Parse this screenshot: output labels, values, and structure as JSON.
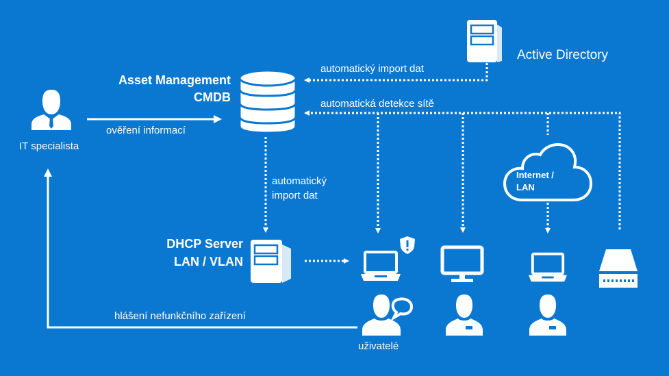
{
  "diagram": {
    "background": "#0a78d0",
    "nodes": {
      "cmdb": {
        "title": "Asset Management",
        "subtitle": "CMDB",
        "icon": "database-icon"
      },
      "active_directory": {
        "label": "Active Directory",
        "icon": "server-icon"
      },
      "it_specialist": {
        "label": "IT specialista",
        "icon": "person-icon"
      },
      "dhcp": {
        "title": "DHCP Server",
        "subtitle": "LAN / VLAN",
        "icon": "server-icon"
      },
      "cloud": {
        "label_line1": "Internet /",
        "label_line2": "LAN",
        "icon": "cloud-icon"
      },
      "users": {
        "label": "uživatelé",
        "icon": "person-chat-icon"
      }
    },
    "edges": {
      "ad_import": "automatický import dat",
      "network_detection": "automatická detekce sítě",
      "verification": "ověření informací",
      "dhcp_import_line1": "automatický",
      "dhcp_import_line2": "import dat",
      "failure_report": "hlášení nefunkčního zařízení"
    }
  }
}
